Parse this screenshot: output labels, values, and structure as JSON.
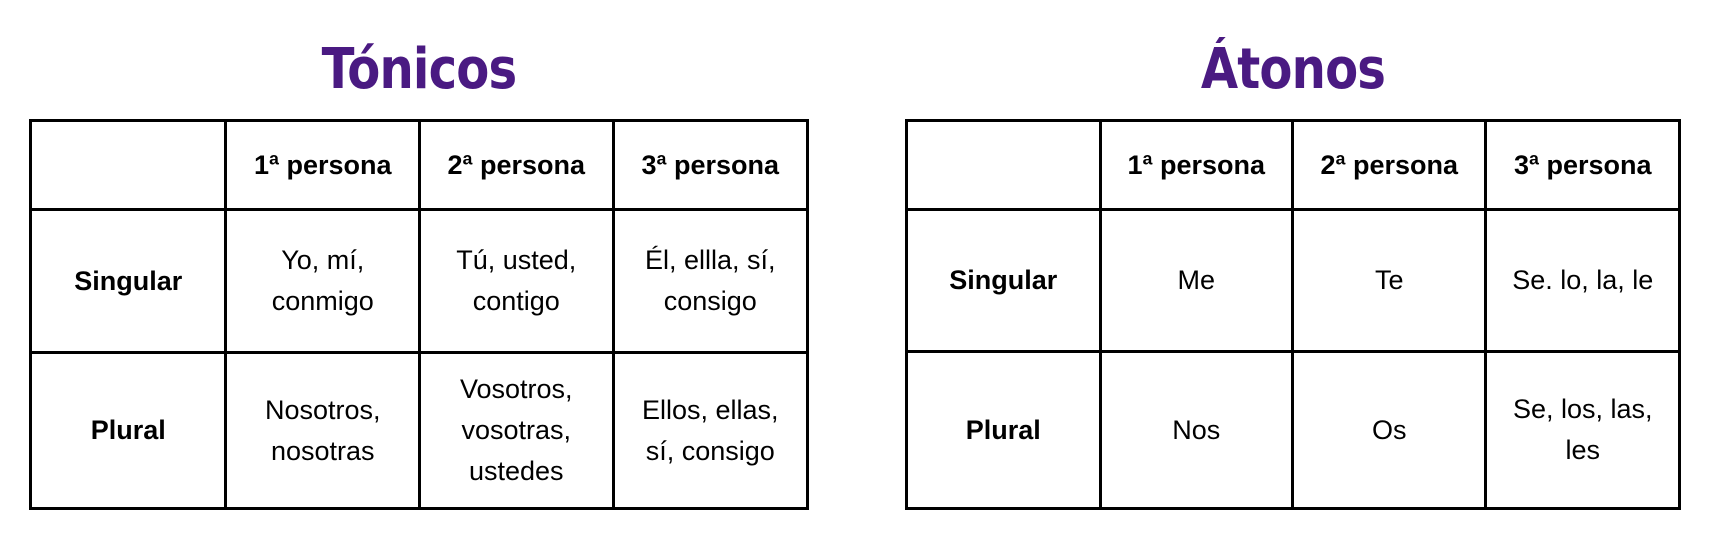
{
  "colors": {
    "title": "#4a1a82",
    "border": "#000000",
    "text": "#000000"
  },
  "tables": [
    {
      "title": "Tónicos",
      "headers": [
        "",
        "1ª persona",
        "2ª persona",
        "3ª persona"
      ],
      "rows": [
        {
          "label": "Singular",
          "cells": [
            "Yo, mí,\nconmigo",
            "Tú, usted,\ncontigo",
            "Él, ellla, sí,\nconsigo"
          ]
        },
        {
          "label": "Plural",
          "cells": [
            "Nosotros,\nnosotras",
            "Vosotros,\nvosotras,\nustedes",
            "Ellos, ellas,\nsí, consigo"
          ]
        }
      ]
    },
    {
      "title": "Átonos",
      "headers": [
        "",
        "1ª persona",
        "2ª persona",
        "3ª persona"
      ],
      "rows": [
        {
          "label": "Singular",
          "cells": [
            "Me",
            "Te",
            "Se. lo, la, le"
          ]
        },
        {
          "label": "Plural",
          "cells": [
            "Nos",
            "Os",
            "Se, los, las,\nles"
          ]
        }
      ]
    }
  ]
}
